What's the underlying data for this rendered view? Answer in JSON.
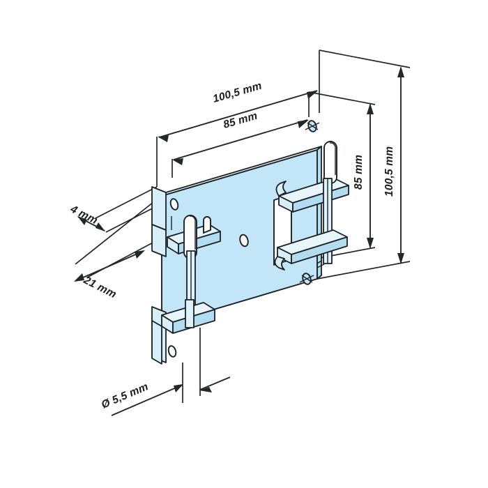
{
  "drawing": {
    "title": "Mounting plate isometric dimensioned drawing",
    "background_color": "#ffffff",
    "part_fill_color": "#c2e6f7",
    "line_color": "#23262b",
    "units": "mm"
  },
  "dimensions": {
    "top_outer": {
      "label": "100,5 mm",
      "value": 100.5,
      "unit": "mm",
      "orientation": "isometric-horizontal",
      "position": "top-left-upper"
    },
    "top_inner": {
      "label": "85 mm",
      "value": 85,
      "unit": "mm",
      "orientation": "isometric-horizontal",
      "position": "top-left-lower"
    },
    "right_inner": {
      "label": "85 mm",
      "value": 85,
      "unit": "mm",
      "orientation": "vertical",
      "position": "right-inner"
    },
    "right_outer": {
      "label": "100,5 mm",
      "value": 100.5,
      "unit": "mm",
      "orientation": "vertical",
      "position": "right-outer"
    },
    "left_upper": {
      "label": "4 mm",
      "value": 4,
      "unit": "mm",
      "orientation": "isometric-depth",
      "position": "left-upper"
    },
    "left_lower": {
      "label": "21 mm",
      "value": 21,
      "unit": "mm",
      "orientation": "isometric-depth",
      "position": "left-lower"
    },
    "bottom_diameter": {
      "label": "Ø 5,5 mm",
      "value": 5.5,
      "unit": "mm",
      "symbol": "Ø",
      "orientation": "isometric-depth",
      "position": "bottom-left"
    }
  },
  "features": {
    "plate": "rectangular-mounting-plate",
    "brackets": [
      "upper-left-bracket-tab",
      "lower-left-bracket-tab",
      "upper-right-bracket-shelf",
      "lower-right-bracket-shelf"
    ],
    "holes": [
      "top-right-mounting-hole",
      "bottom-right-mounting-hole",
      "upper-left-oval-hole",
      "lower-left-oval-hole",
      "center-oval-hole"
    ],
    "slots": [
      "left-keyhole-slot",
      "right-keyhole-slot"
    ],
    "cutout": "right-rectangular-cutout"
  }
}
